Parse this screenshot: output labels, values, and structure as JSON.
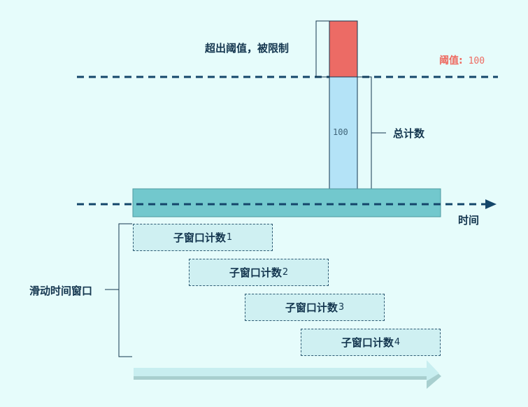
{
  "over_label": "超出阈值，被限制",
  "threshold": {
    "label": "阈值:",
    "value": "100"
  },
  "total": {
    "label": "总计数",
    "value": "100"
  },
  "time_label": "时间",
  "sliding_label": "滑动时间窗口",
  "subwindows": [
    {
      "text": "子窗口计数",
      "n": "1"
    },
    {
      "text": "子窗口计数",
      "n": "2"
    },
    {
      "text": "子窗口计数",
      "n": "3"
    },
    {
      "text": "子窗口计数",
      "n": "4"
    }
  ],
  "colors": {
    "background": "#e6fcfb",
    "exceeded": "#ec6b65",
    "count": "#b4e3f7",
    "window": "#72c8cd",
    "subwindow": "#cff0f2",
    "dash": "#14466a",
    "threshold_text": "#ee6a60"
  }
}
